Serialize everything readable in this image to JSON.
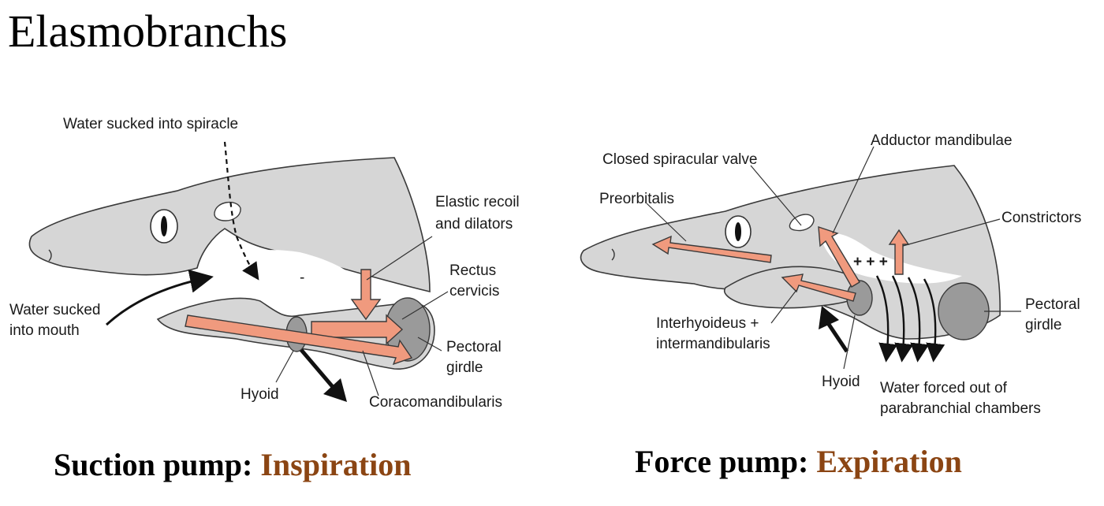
{
  "page_title": "Elasmobranchs",
  "accent_color": "#8b4513",
  "muscle_color": "#f09a7e",
  "left_panel": {
    "caption_prefix": "Suction pump:",
    "caption_phase": "Inspiration",
    "labels": {
      "water_spiracle": "Water sucked into spiracle",
      "elastic_1": "Elastic recoil",
      "elastic_2": "and dilators",
      "water_mouth_1": "Water sucked",
      "water_mouth_2": "into mouth",
      "rectus_1": "Rectus",
      "rectus_2": "cervicis",
      "pectoral_1": "Pectoral",
      "pectoral_2": "girdle",
      "hyoid": "Hyoid",
      "coraco": "Coracomandibularis",
      "pressure": "-"
    }
  },
  "right_panel": {
    "caption_prefix": "Force pump:",
    "caption_phase": "Expiration",
    "labels": {
      "adductor": "Adductor mandibulae",
      "closed_valve": "Closed spiracular valve",
      "preorbitalis": "Preorbitalis",
      "constrictors": "Constrictors",
      "pressure": "+ + +",
      "pectoral_1": "Pectoral",
      "pectoral_2": "girdle",
      "interhyoideus_1": "Interhyoideus +",
      "interhyoideus_2": "intermandibularis",
      "hyoid": "Hyoid",
      "water_out_1": "Water forced out of",
      "water_out_2": "parabranchial chambers"
    }
  }
}
